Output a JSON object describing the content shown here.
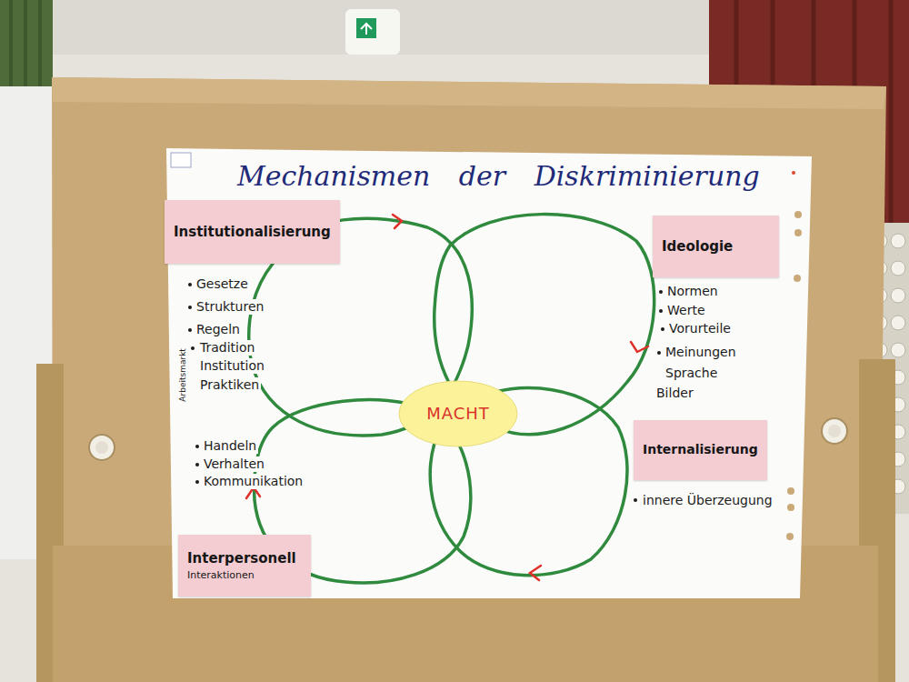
{
  "diagram": {
    "title": "Mechanismen der Diskriminierung",
    "nodes": [
      {
        "text": [
          "Institutionalisierung"
        ]
      },
      {
        "text": [
          "Ideologie"
        ]
      },
      {
        "text": [
          "MACHT"
        ]
      },
      {
        "text": [
          "Internalisierung"
        ]
      },
      {
        "text": [
          "Interpersonell",
          "Interaktionen"
        ]
      }
    ],
    "labels": [
      "Gesetze",
      "Strukturen",
      "Regeln",
      "Tradition",
      "Institution",
      "Praktiken",
      "Arbeitsmarkt",
      "Normen",
      "Werte",
      "Vorurteile",
      "Meinungen",
      "Sprache",
      "Bilder",
      "Handeln",
      "Verhalten",
      "Kommunikation",
      "innere Überzeugung"
    ]
  }
}
